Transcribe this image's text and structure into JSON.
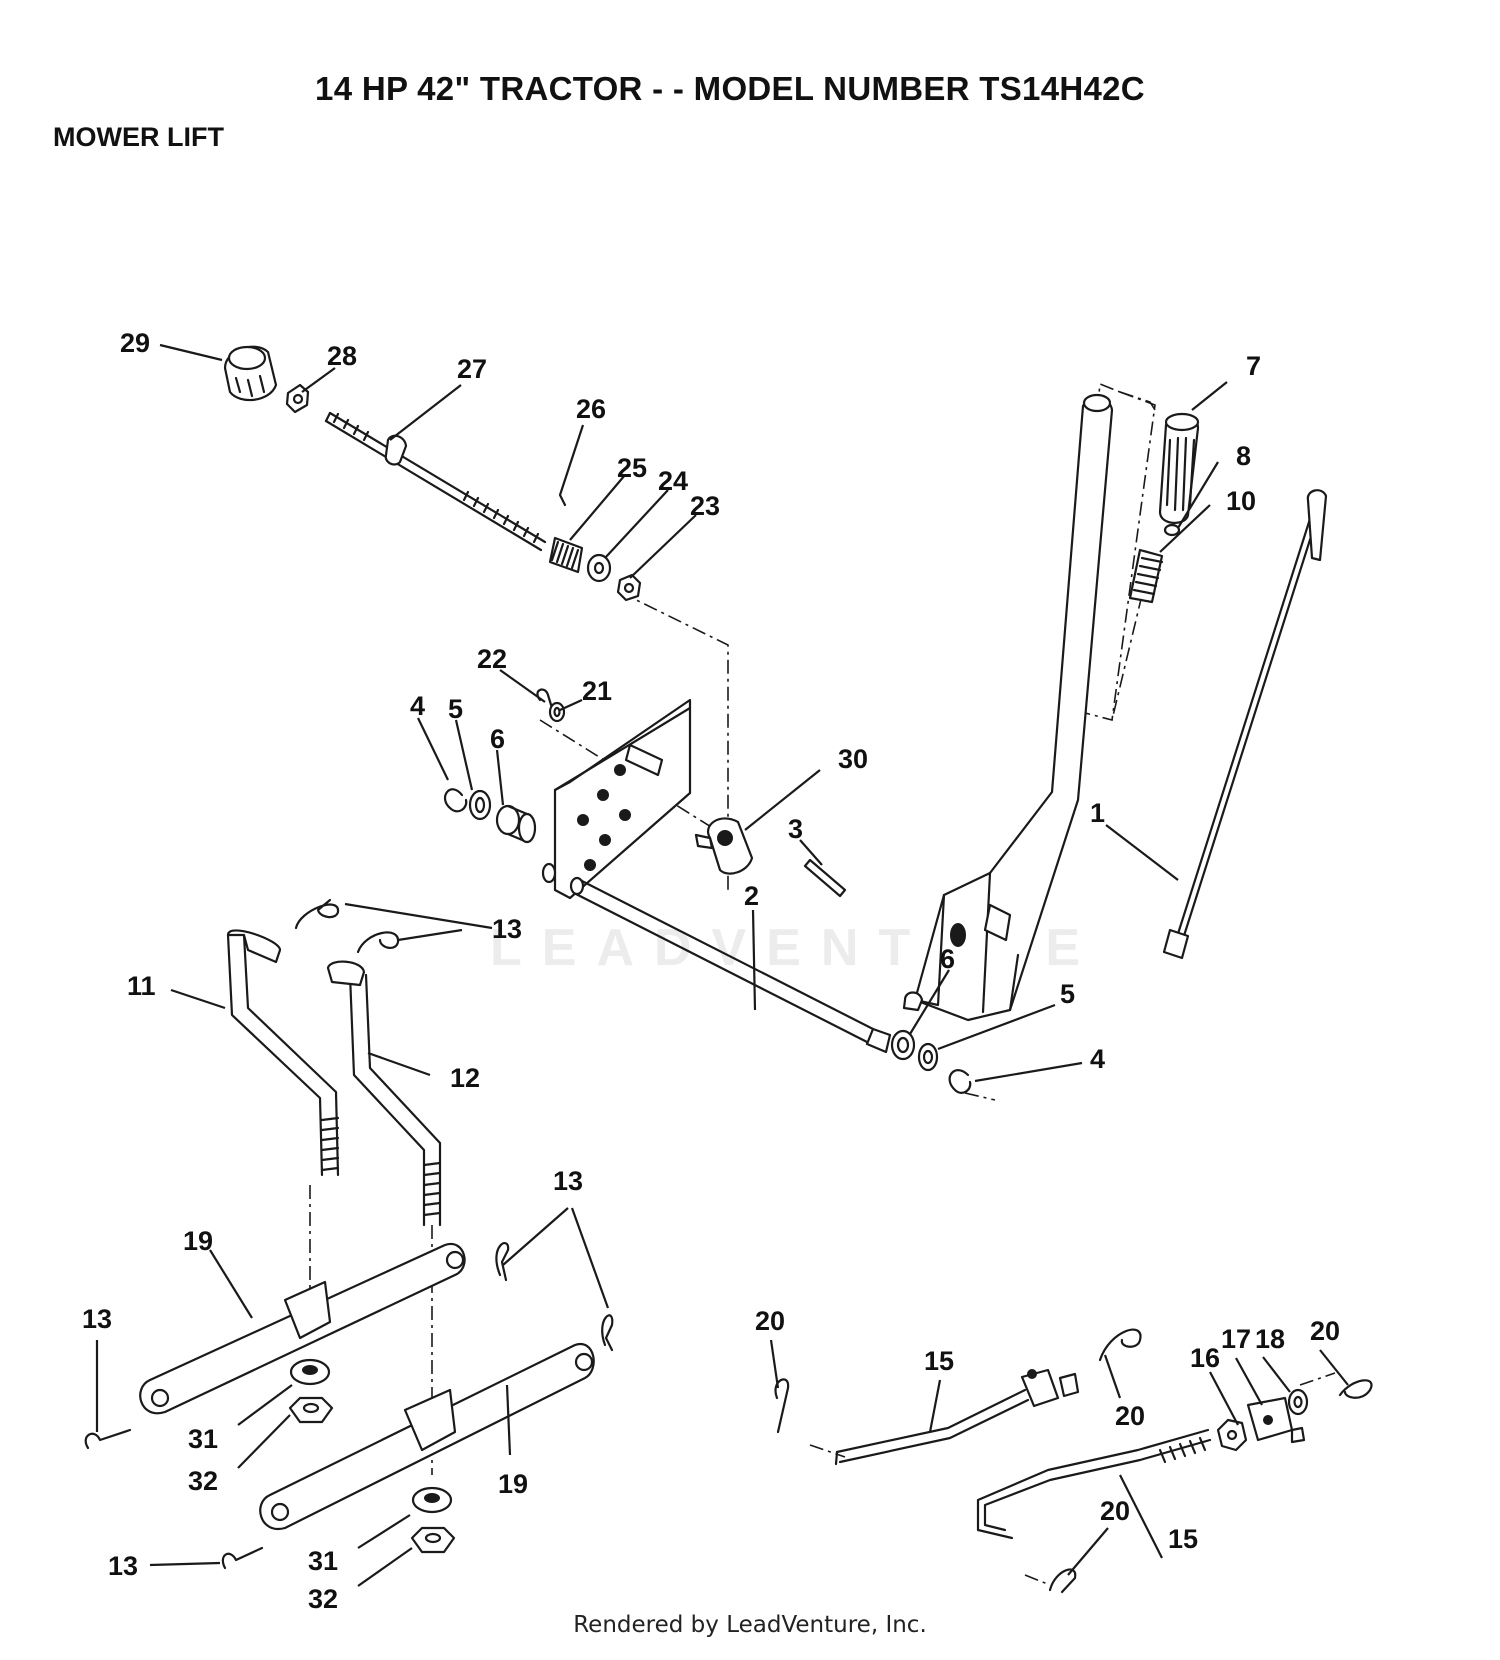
{
  "header": {
    "title": "14 HP 42\" TRACTOR - - MODEL NUMBER TS14H42C",
    "subtitle": "MOWER LIFT"
  },
  "watermark": "LEADVENTURE",
  "footer": "Rendered by LeadVenture, Inc.",
  "callouts": {
    "c29": "29",
    "c28": "28",
    "c27": "27",
    "c26": "26",
    "c25": "25",
    "c24": "24",
    "c23": "23",
    "c7": "7",
    "c8": "8",
    "c10": "10",
    "c22": "22",
    "c21": "21",
    "c4a": "4",
    "c5a": "5",
    "c6a": "6",
    "c30": "30",
    "c3": "3",
    "c1": "1",
    "c2": "2",
    "c13a": "13",
    "c11": "11",
    "c12": "12",
    "c6b": "6",
    "c5b": "5",
    "c4b": "4",
    "c13b": "13",
    "c19a": "19",
    "c13c": "13",
    "c31a": "31",
    "c32a": "32",
    "c19b": "19",
    "c13d": "13",
    "c31b": "31",
    "c32b": "32",
    "c20a": "20",
    "c15a": "15",
    "c20b": "20",
    "c16": "16",
    "c17": "17",
    "c18": "18",
    "c20c": "20",
    "c20d": "20",
    "c15b": "15"
  }
}
